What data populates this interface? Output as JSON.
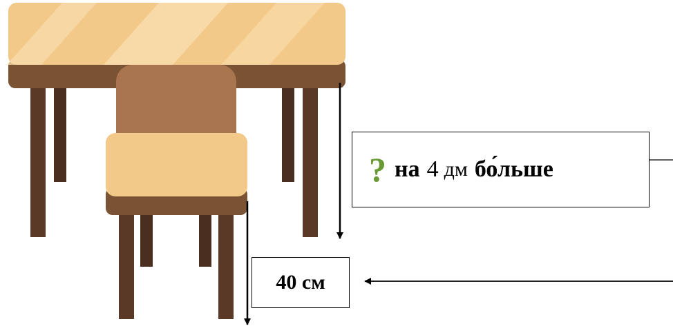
{
  "table_label": {
    "question_mark": "?",
    "part1": "на",
    "number": "4",
    "unit": "дм",
    "part2": "бо́льше"
  },
  "chair_label": {
    "text": "40 см"
  },
  "colors": {
    "tabletop": "#f3c98a",
    "tabletop_edge": "#7a5234",
    "legs": "#5a3a26",
    "chair_back": "#a9754f",
    "chair_seat": "#f3c98a",
    "question_mark": "#6a9a35"
  }
}
